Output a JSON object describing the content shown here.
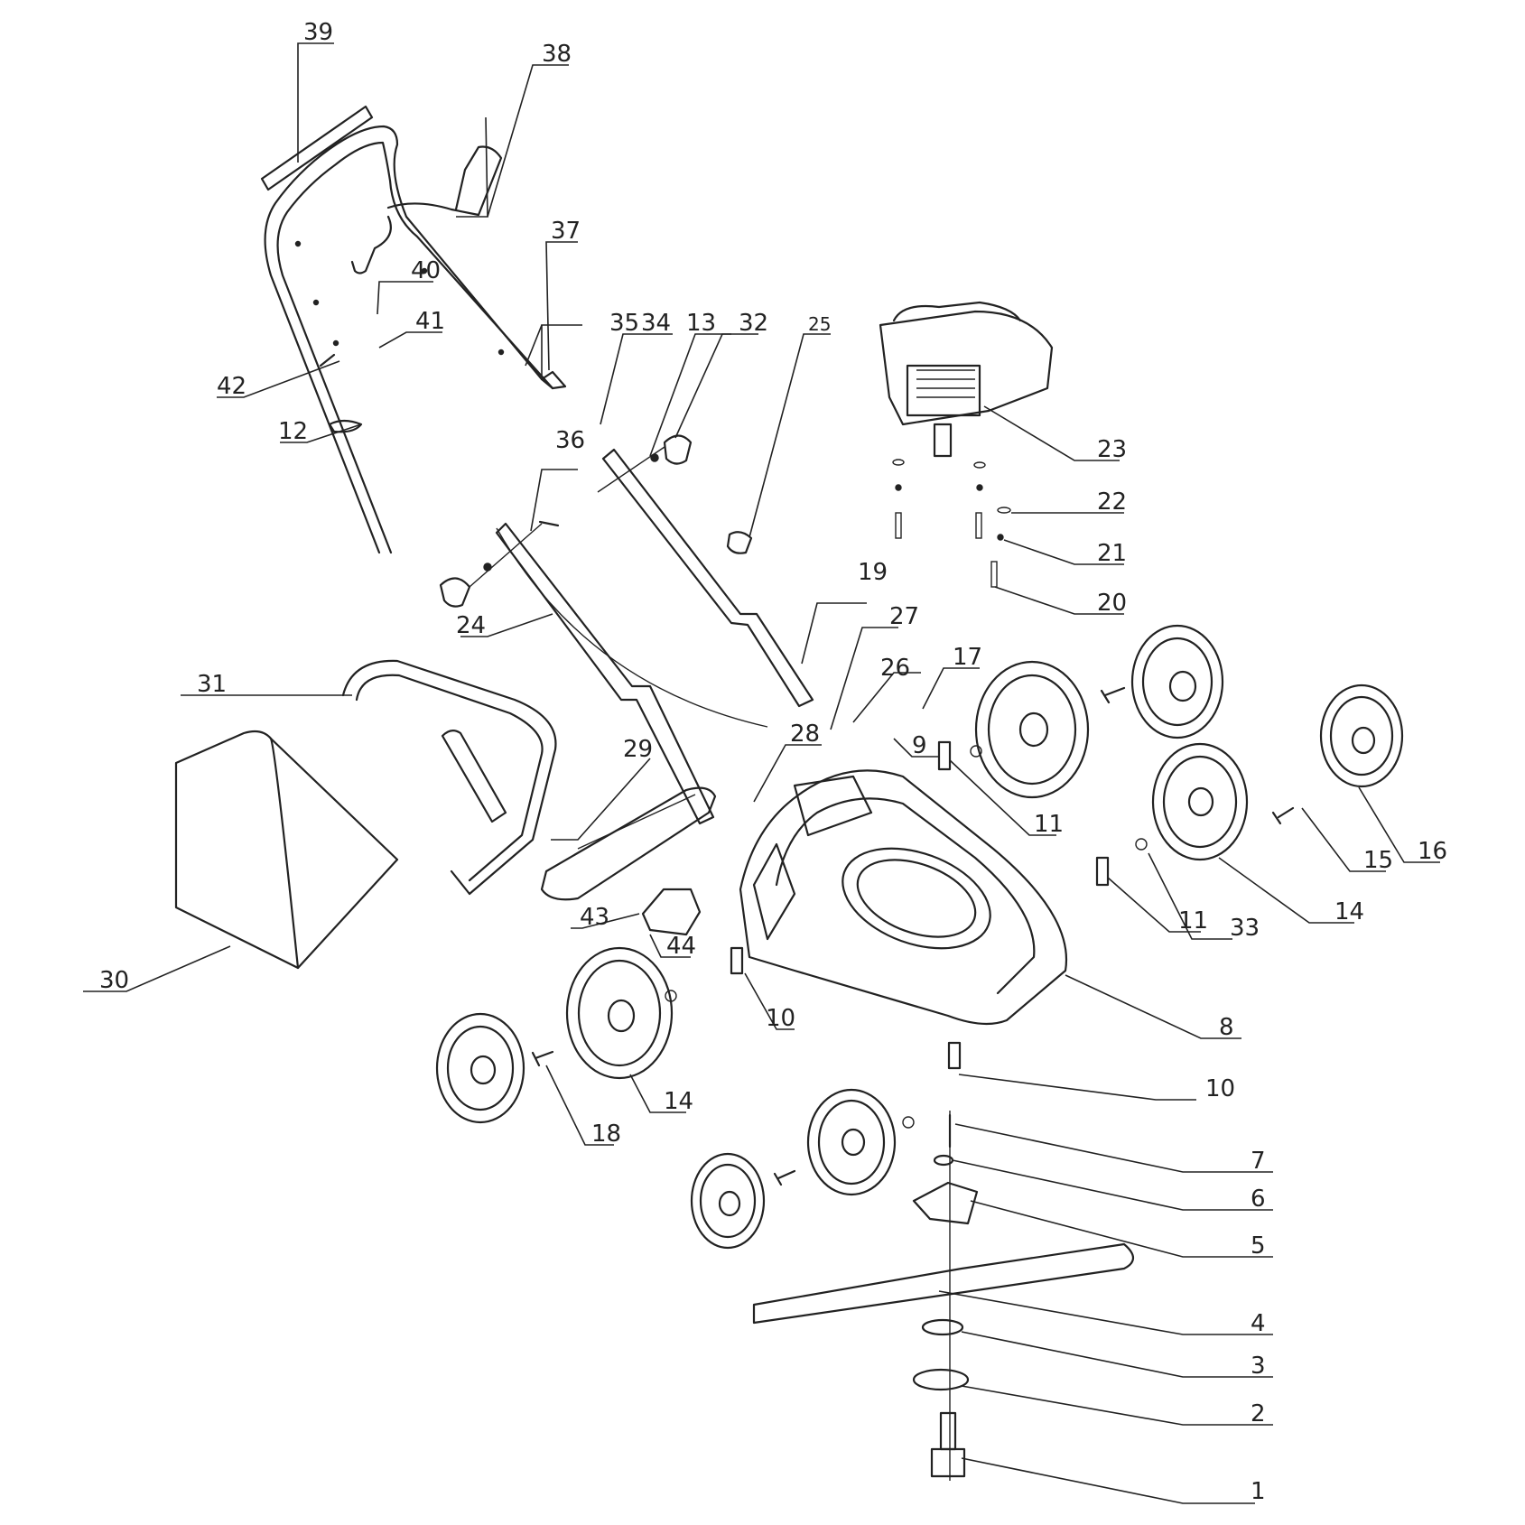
{
  "labels": [
    "1",
    "2",
    "3",
    "4",
    "5",
    "6",
    "7",
    "8",
    "9",
    "10",
    "10",
    "11",
    "11",
    "12",
    "13",
    "14",
    "14",
    "15",
    "16",
    "17",
    "18",
    "19",
    "20",
    "21",
    "22",
    "23",
    "24",
    "25",
    "26",
    "27",
    "28",
    "29",
    "30",
    "31",
    "32",
    "33",
    "34",
    "35",
    "36",
    "37",
    "38",
    "39",
    "40",
    "41",
    "42",
    "43",
    "44"
  ]
}
